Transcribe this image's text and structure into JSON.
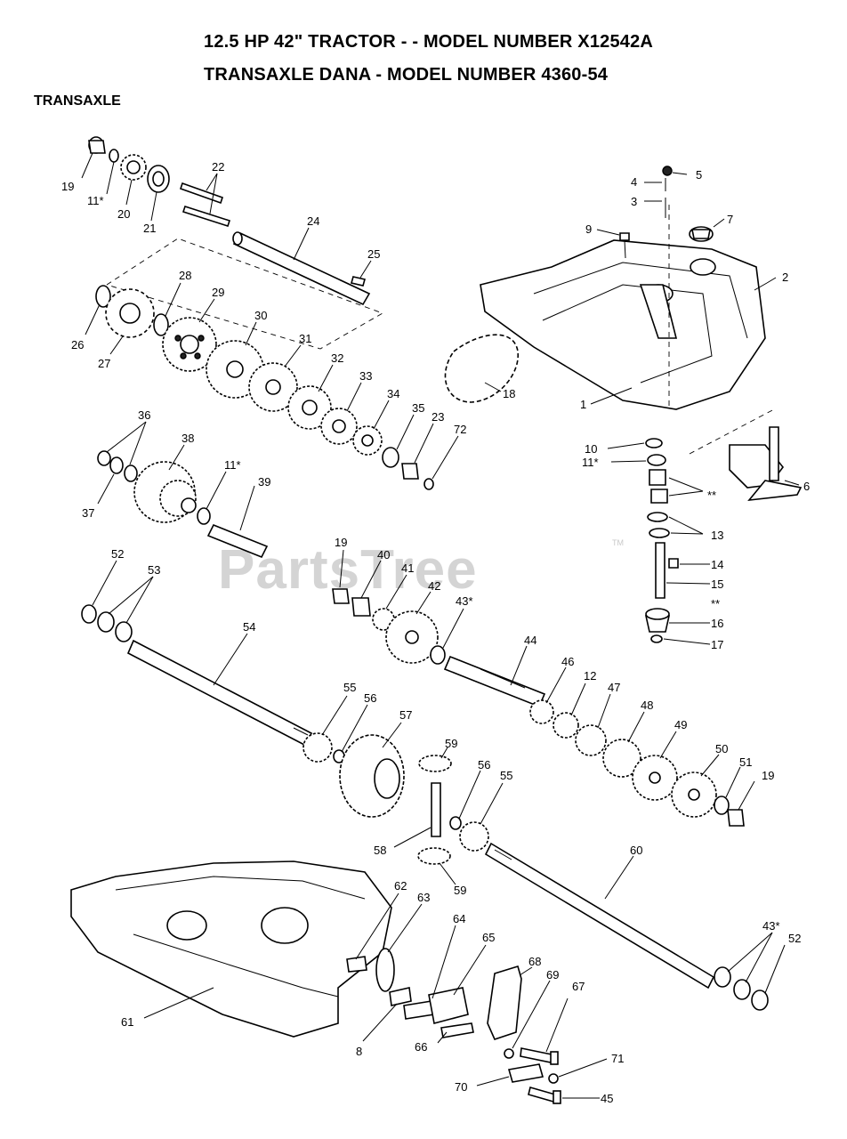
{
  "title_line_1": "12.5 HP 42\" TRACTOR - - MODEL NUMBER X12542A",
  "title_line_2": "TRANSAXLE DANA - MODEL NUMBER 4360-54",
  "section_label": "TRANSAXLE",
  "watermark": "PartsTree",
  "watermark_tm": "TM",
  "part_labels": [
    {
      "id": "19a",
      "text": "19"
    },
    {
      "id": "11a",
      "text": "11*"
    },
    {
      "id": "20",
      "text": "20"
    },
    {
      "id": "21",
      "text": "21"
    },
    {
      "id": "22",
      "text": "22"
    },
    {
      "id": "24",
      "text": "24"
    },
    {
      "id": "25",
      "text": "25"
    },
    {
      "id": "26",
      "text": "26"
    },
    {
      "id": "27",
      "text": "27"
    },
    {
      "id": "28",
      "text": "28"
    },
    {
      "id": "29",
      "text": "29"
    },
    {
      "id": "30",
      "text": "30"
    },
    {
      "id": "31",
      "text": "31"
    },
    {
      "id": "32",
      "text": "32"
    },
    {
      "id": "33",
      "text": "33"
    },
    {
      "id": "34",
      "text": "34"
    },
    {
      "id": "35",
      "text": "35"
    },
    {
      "id": "23",
      "text": "23"
    },
    {
      "id": "72",
      "text": "72"
    },
    {
      "id": "18",
      "text": "18"
    },
    {
      "id": "1",
      "text": "1"
    },
    {
      "id": "2",
      "text": "2"
    },
    {
      "id": "3",
      "text": "3"
    },
    {
      "id": "4",
      "text": "4"
    },
    {
      "id": "5",
      "text": "5"
    },
    {
      "id": "7",
      "text": "7"
    },
    {
      "id": "9",
      "text": "9"
    },
    {
      "id": "10",
      "text": "10"
    },
    {
      "id": "11b",
      "text": "11*"
    },
    {
      "id": "dstar1",
      "text": "**"
    },
    {
      "id": "6",
      "text": "6"
    },
    {
      "id": "13",
      "text": "13"
    },
    {
      "id": "14",
      "text": "14"
    },
    {
      "id": "15",
      "text": "15"
    },
    {
      "id": "dstar2",
      "text": "**"
    },
    {
      "id": "16",
      "text": "16"
    },
    {
      "id": "17",
      "text": "17"
    },
    {
      "id": "36",
      "text": "36"
    },
    {
      "id": "37",
      "text": "37"
    },
    {
      "id": "38",
      "text": "38"
    },
    {
      "id": "11c",
      "text": "11*"
    },
    {
      "id": "39",
      "text": "39"
    },
    {
      "id": "52a",
      "text": "52"
    },
    {
      "id": "53",
      "text": "53"
    },
    {
      "id": "54",
      "text": "54"
    },
    {
      "id": "19b",
      "text": "19"
    },
    {
      "id": "40",
      "text": "40"
    },
    {
      "id": "41",
      "text": "41"
    },
    {
      "id": "42",
      "text": "42"
    },
    {
      "id": "43a",
      "text": "43*"
    },
    {
      "id": "44",
      "text": "44"
    },
    {
      "id": "46",
      "text": "46"
    },
    {
      "id": "12",
      "text": "12"
    },
    {
      "id": "47",
      "text": "47"
    },
    {
      "id": "48",
      "text": "48"
    },
    {
      "id": "49",
      "text": "49"
    },
    {
      "id": "50",
      "text": "50"
    },
    {
      "id": "51",
      "text": "51"
    },
    {
      "id": "19c",
      "text": "19"
    },
    {
      "id": "55a",
      "text": "55"
    },
    {
      "id": "56a",
      "text": "56"
    },
    {
      "id": "57",
      "text": "57"
    },
    {
      "id": "59a",
      "text": "59"
    },
    {
      "id": "56b",
      "text": "56"
    },
    {
      "id": "55b",
      "text": "55"
    },
    {
      "id": "58",
      "text": "58"
    },
    {
      "id": "59b",
      "text": "59"
    },
    {
      "id": "60",
      "text": "60"
    },
    {
      "id": "43b",
      "text": "43*"
    },
    {
      "id": "52b",
      "text": "52"
    },
    {
      "id": "61",
      "text": "61"
    },
    {
      "id": "62",
      "text": "62"
    },
    {
      "id": "63",
      "text": "63"
    },
    {
      "id": "64",
      "text": "64"
    },
    {
      "id": "65",
      "text": "65"
    },
    {
      "id": "68",
      "text": "68"
    },
    {
      "id": "69",
      "text": "69"
    },
    {
      "id": "67",
      "text": "67"
    },
    {
      "id": "8",
      "text": "8"
    },
    {
      "id": "66",
      "text": "66"
    },
    {
      "id": "71",
      "text": "71"
    },
    {
      "id": "70",
      "text": "70"
    },
    {
      "id": "45",
      "text": "45"
    }
  ]
}
